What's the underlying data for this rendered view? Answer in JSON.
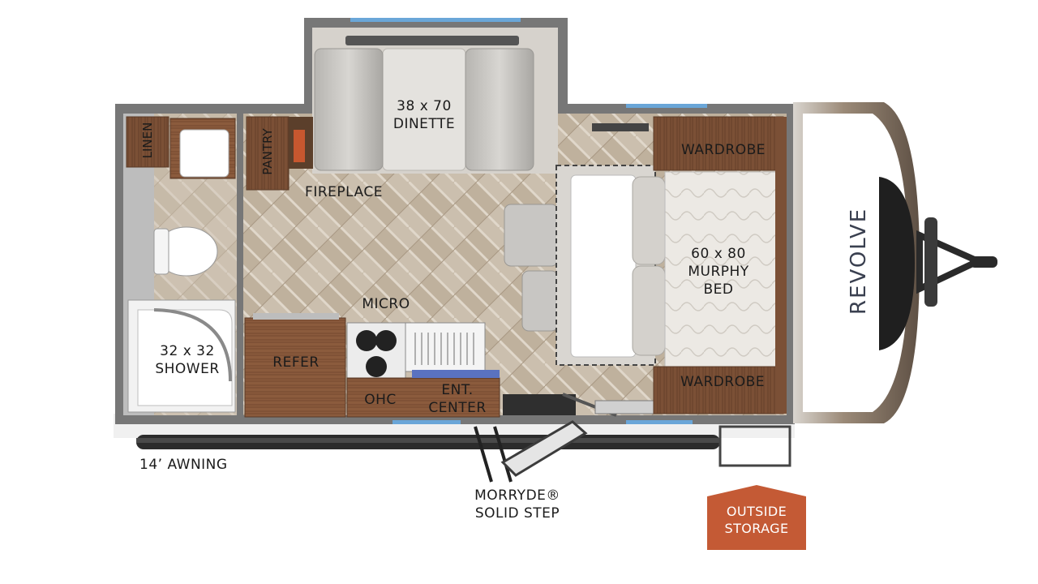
{
  "labels": {
    "dinette": [
      "38 x 70",
      "DINETTE"
    ],
    "linen": "LINEN",
    "pantry": "PANTRY",
    "fireplace": "FIREPLACE",
    "wardrobe_top": "WARDROBE",
    "bed": [
      "60 x 80",
      "MURPHY",
      "BED"
    ],
    "wardrobe_bottom": "WARDROBE",
    "micro": "MICRO",
    "refer": "REFER",
    "shower": [
      "32 x 32",
      "SHOWER"
    ],
    "ohc": "OHC",
    "ent_center": [
      "ENT.",
      "CENTER"
    ],
    "awning": "14’ AWNING",
    "step": [
      "MORRYDE®",
      "SOLID STEP"
    ],
    "storage": [
      "OUTSIDE",
      "STORAGE"
    ],
    "brand": "REVOLVE"
  },
  "colors": {
    "wall": "#7a7a7a",
    "floor": "#cfc2b0",
    "cabinet": "#8a5a3c",
    "storage_badge": "#c45a35"
  }
}
